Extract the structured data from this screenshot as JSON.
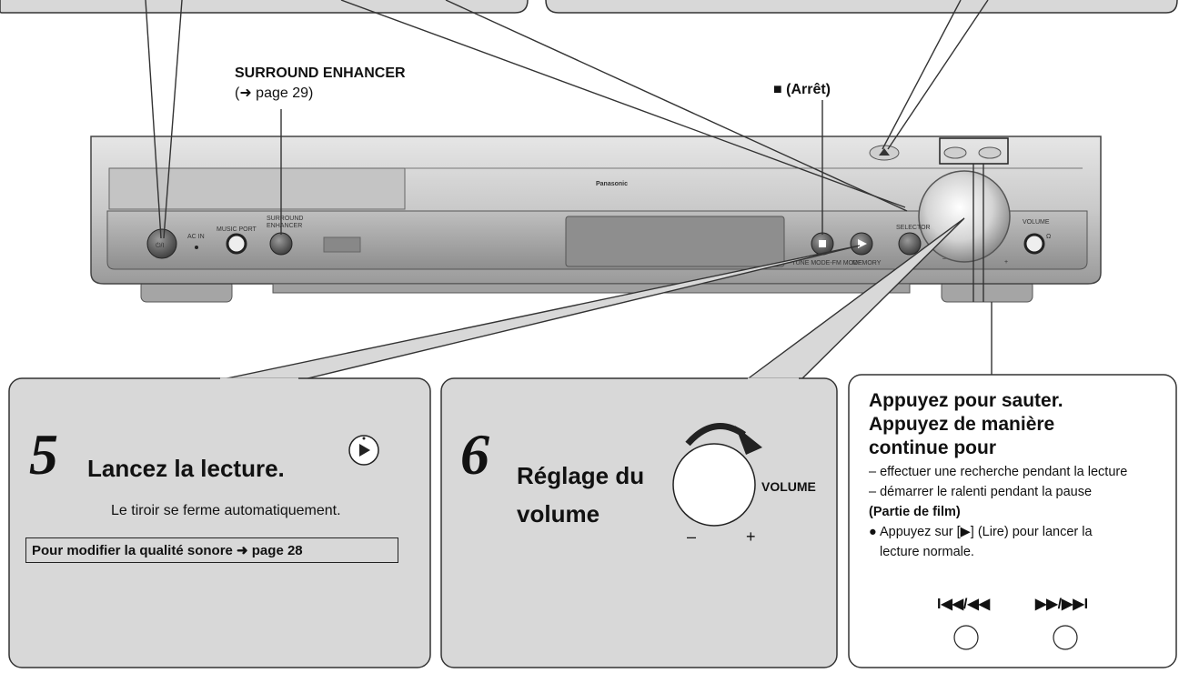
{
  "labels": {
    "surround_enhancer": "SURROUND ENHANCER",
    "surround_page": "(➜ page 29)",
    "stop": "■ (Arrêt)"
  },
  "device": {
    "brand": "Panasonic",
    "power": "⏻/I",
    "ac_in": "AC IN",
    "music_port": "MUSIC PORT",
    "surround_btn_line1": "SURROUND",
    "surround_btn_line2": "ENHANCER",
    "selector": "SELECTOR",
    "volume": "VOLUME",
    "headphones": "Ω",
    "tune_mode": "-TUNE MODE-FM MODE",
    "memory": "MEMORY",
    "minus": "–",
    "plus": "+"
  },
  "step5": {
    "number": "5",
    "title": "Lancez la lecture.",
    "desc": "Le tiroir se ferme automatiquement.",
    "note": "Pour modifier la qualité sonore ➜ page 28"
  },
  "step6": {
    "number": "6",
    "title_line1": "Réglage du",
    "title_line2": "volume",
    "knob_label": "VOLUME",
    "minus": "–",
    "plus": "+"
  },
  "skip": {
    "title_line1": "Appuyez pour sauter.",
    "title_line2": "Appuyez de manière",
    "title_line3": "continue pour",
    "item1": "– effectuer une recherche pendant la lecture",
    "item2": "– démarrer le ralenti pendant la pause",
    "item2_bold": "(Partie de film)",
    "item3a": "● Appuyez sur [▶] (Lire) pour lancer la",
    "item3b": "lecture normale.",
    "btn_prev": "I◀◀/◀◀",
    "btn_next": "▶▶/▶▶I"
  }
}
